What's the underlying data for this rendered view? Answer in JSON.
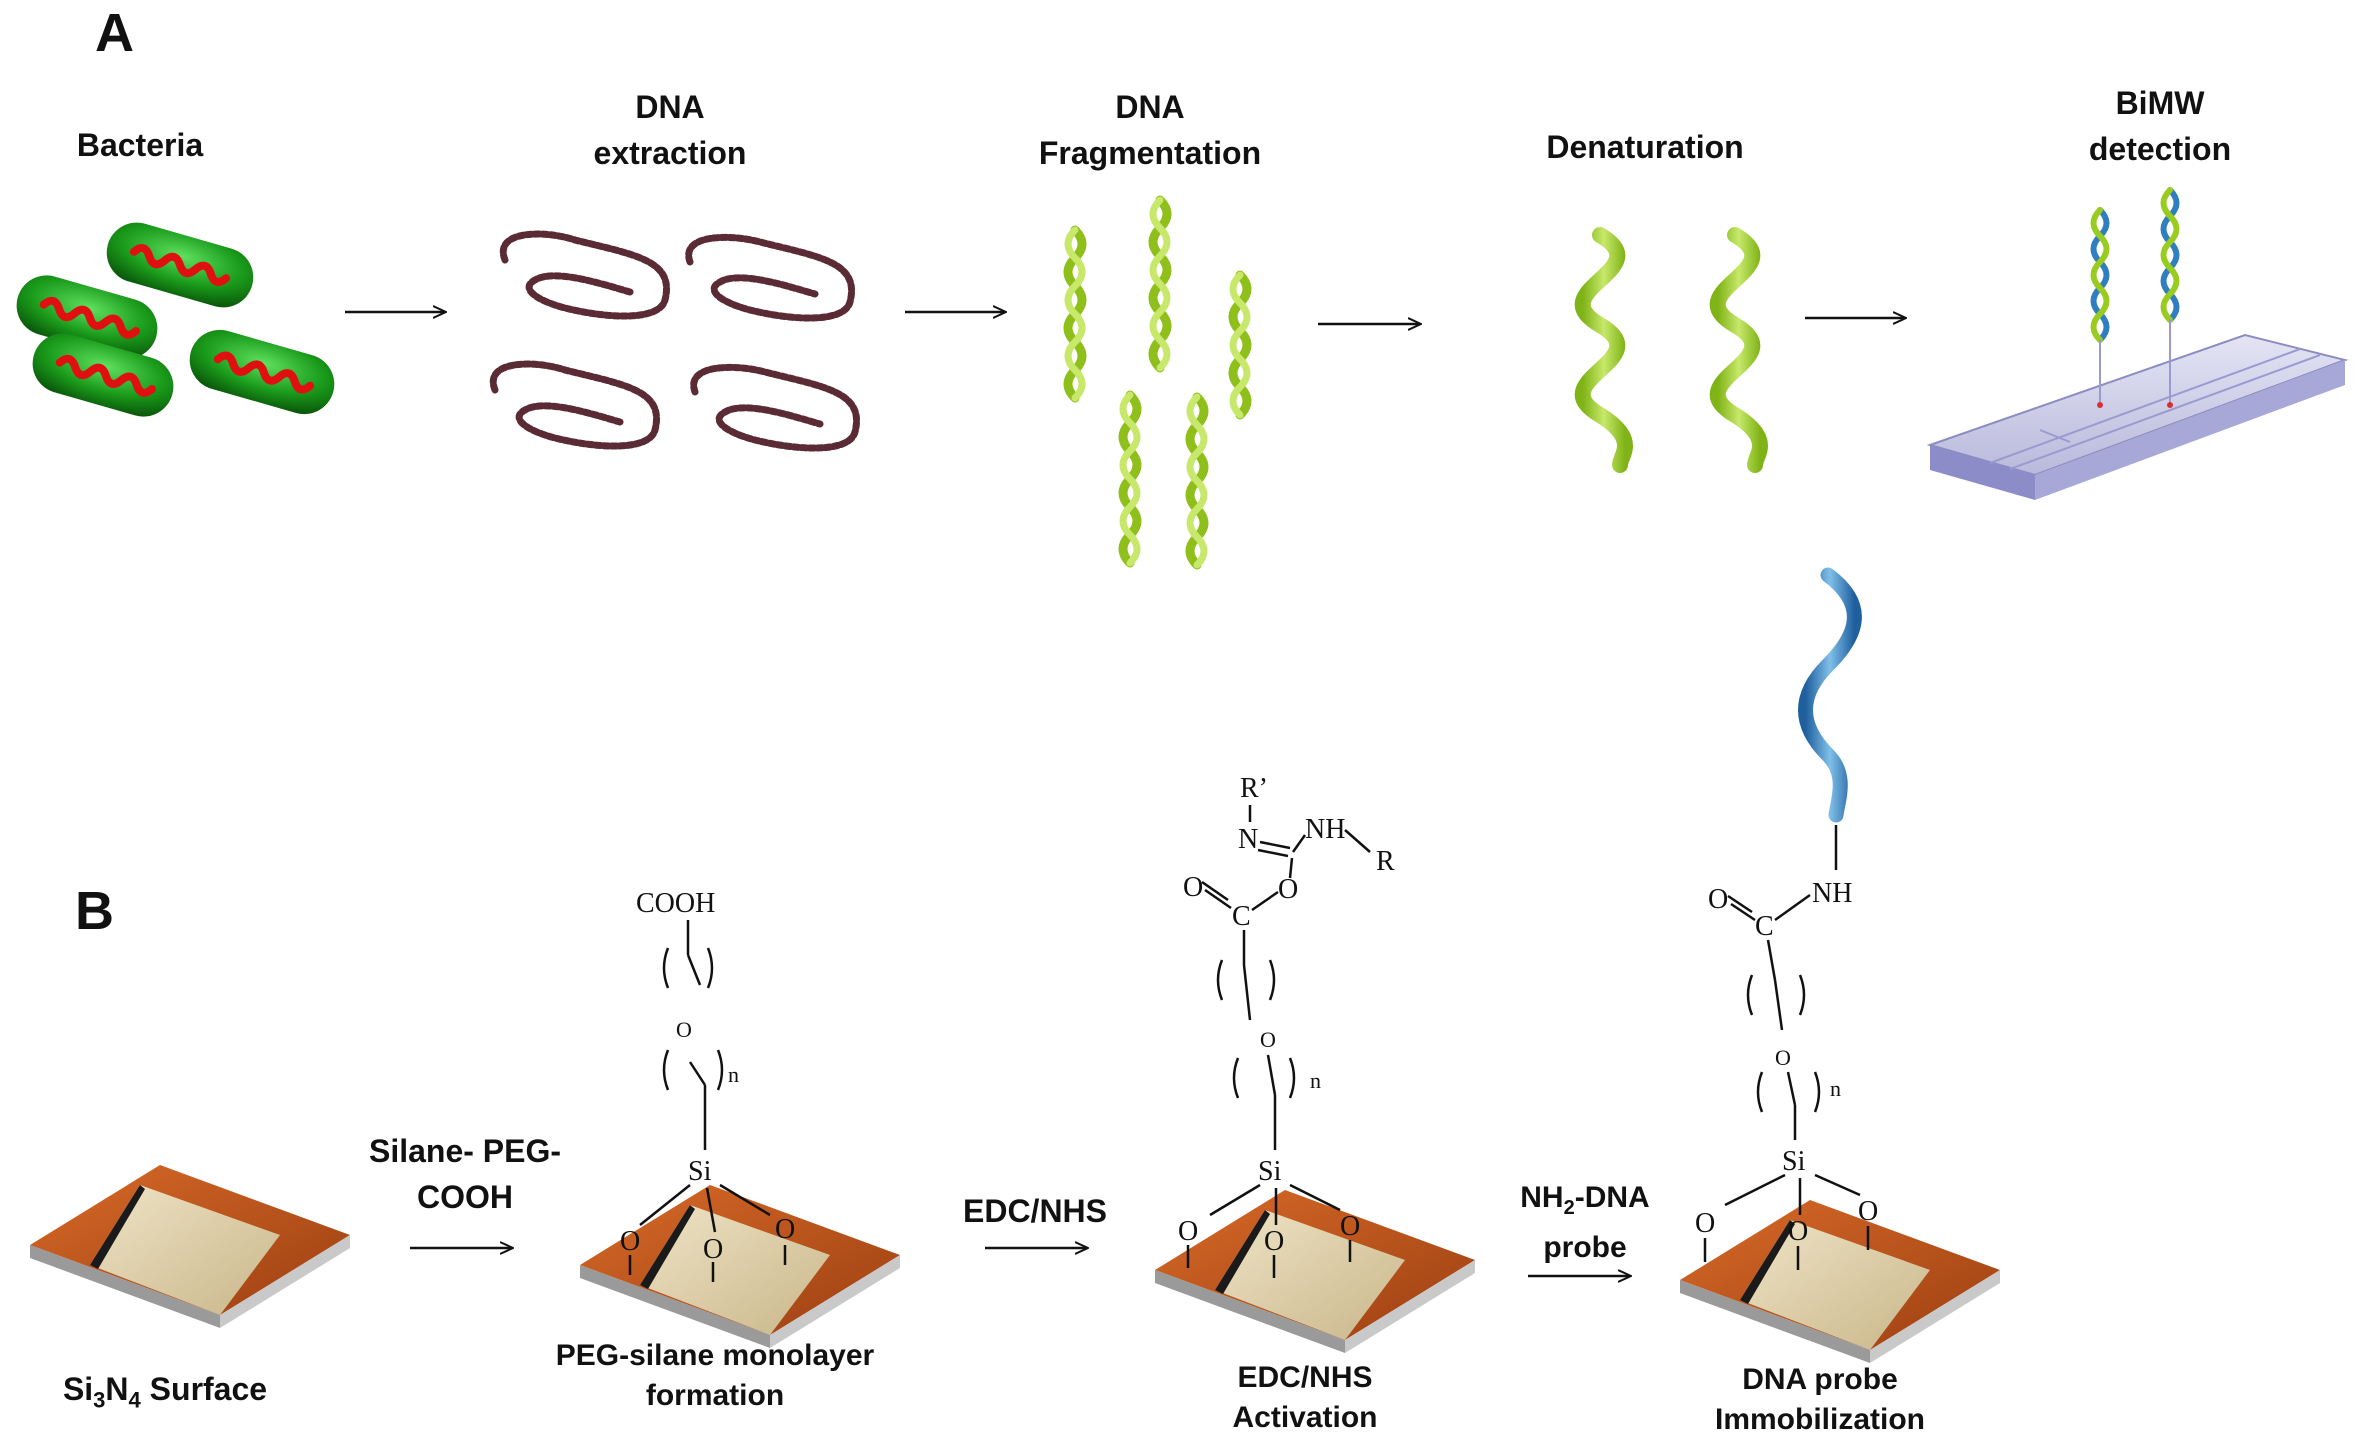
{
  "panel_a": {
    "letter": "A",
    "steps": [
      {
        "line1": "",
        "line2": "Bacteria"
      },
      {
        "line1": "DNA",
        "line2": "extraction"
      },
      {
        "line1": "DNA",
        "line2": "Fragmentation"
      },
      {
        "line1": "",
        "line2": "Denaturation"
      },
      {
        "line1": "BiMW",
        "line2": "detection"
      }
    ]
  },
  "panel_b": {
    "letter": "B",
    "reagents": [
      {
        "line1": "Silane- PEG-",
        "line2": "COOH"
      },
      {
        "line1": "EDC/NHS",
        "line2": ""
      },
      {
        "line1": "NH",
        "sub": "2",
        "rest": "-DNA",
        "line2": "probe"
      }
    ],
    "stages": [
      {
        "pre": "Si",
        "sub1": "3",
        "mid": "N",
        "sub2": "4",
        "post": " Surface"
      },
      {
        "line1": "PEG-silane monolayer",
        "line2": "formation"
      },
      {
        "line1": "EDC/NHS",
        "line2": "Activation"
      },
      {
        "line1": "DNA probe",
        "line2": "Immobilization"
      }
    ],
    "chem": {
      "cooh": "COOH",
      "o": "O",
      "n": "n",
      "si": "Si",
      "c": "C",
      "nh": "NH",
      "n_atom": "N",
      "r": "R",
      "r_prime": "R’"
    }
  },
  "colors": {
    "bacteria_body": "#1a9a1a",
    "bacteria_dna": "#e01010",
    "dna_extracted": "#5a2a35",
    "dna_green": "#9acb1f",
    "probe_blue": "#2f7fc0",
    "chip": "#c8c8e6",
    "surface_orange": "#c4581c",
    "surface_beige": "#d8c9a0"
  }
}
